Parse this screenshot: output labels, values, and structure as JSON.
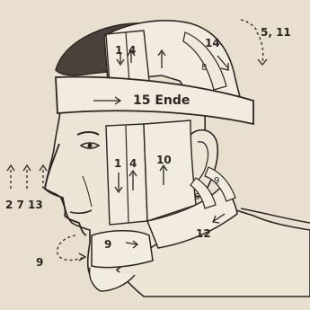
{
  "figure": {
    "colors": {
      "paper": "#e8dfcf",
      "ink": "#2a2622",
      "bandage": "#f1ebe0",
      "skin": "#ede5d6",
      "hair": "#4a423b"
    },
    "labels": {
      "top_right": "5, 11",
      "crown": "14",
      "crown_small": "8",
      "forehead_band": "15  Ende",
      "left_arrows": "2   7   13",
      "strip_top_a": "1",
      "strip_top_b": "4",
      "strip_mid_a": "1",
      "strip_mid_b": "4",
      "cheek": "10",
      "chin_wrap": "9",
      "chin_outer": "9",
      "neck_band": "12",
      "ear_a": "6",
      "ear_b": "9"
    }
  }
}
